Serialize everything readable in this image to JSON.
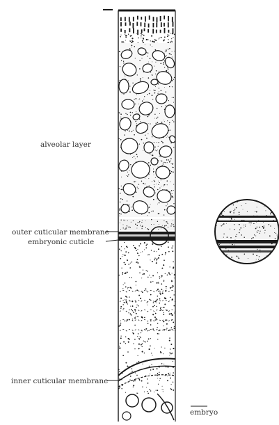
{
  "labels": {
    "alveolar_layer": "alveolar layer",
    "outer_cuticular_membrane": "outer cuticular membrane",
    "embryonic_cuticle": "embryonic cuticle",
    "inner_cuticular_membrane": "inner cuticular membrane",
    "embryo": "embryo"
  },
  "colors": {
    "ink": "#1a1a1a",
    "paper": "#ffffff",
    "label_text": "#333333"
  }
}
